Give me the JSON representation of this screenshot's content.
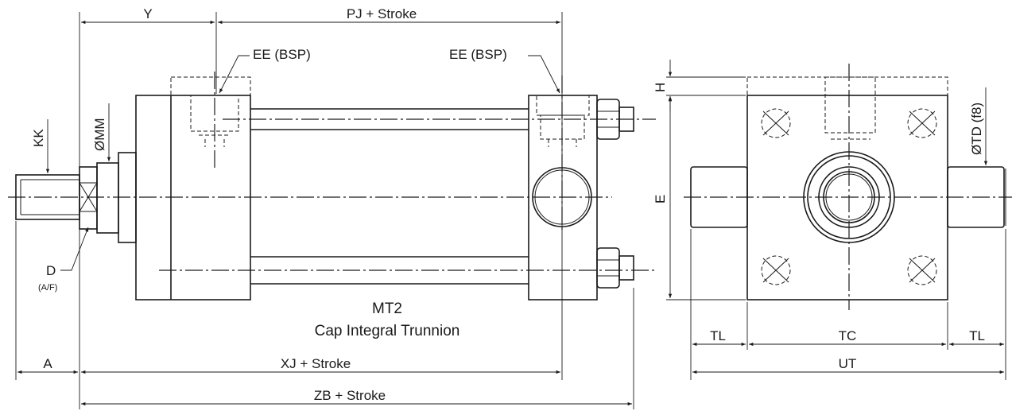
{
  "labels": {
    "y": "Y",
    "pj": "PJ + Stroke",
    "ee_left": "EE (BSP)",
    "ee_right": "EE (BSP)",
    "kk": "KK",
    "mm": "ØMM",
    "d": "D",
    "af": "(A/F)",
    "a": "A",
    "xj": "XJ + Stroke",
    "zb": "ZB + Stroke",
    "h": "H",
    "e": "E",
    "td": "ØTD (f8)",
    "tl_left": "TL",
    "tc": "TC",
    "tl_right": "TL",
    "ut": "UT"
  },
  "caption": {
    "model": "MT2",
    "description": "Cap Integral Trunnion"
  },
  "colors": {
    "ink": "#1a1a1a",
    "background": "#ffffff"
  }
}
